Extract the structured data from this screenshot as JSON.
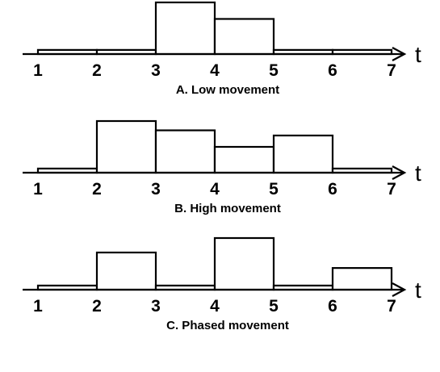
{
  "chart_data": [
    {
      "type": "bar",
      "title": "A. Low movement",
      "xlabel": "t",
      "ylabel": "",
      "x": [
        "1",
        "2",
        "3",
        "4",
        "5",
        "6",
        "7"
      ],
      "categories": [
        "1-2",
        "2-3",
        "3-4",
        "4-5",
        "5-6",
        "6-7"
      ],
      "values": [
        0.08,
        0.08,
        1.0,
        0.68,
        0.08,
        0.08
      ],
      "ylim": [
        0,
        1
      ],
      "grid": false
    },
    {
      "type": "bar",
      "title": "B. High movement",
      "xlabel": "t",
      "ylabel": "",
      "x": [
        "1",
        "2",
        "3",
        "4",
        "5",
        "6",
        "7"
      ],
      "categories": [
        "1-2",
        "2-3",
        "3-4",
        "4-5",
        "5-6",
        "6-7"
      ],
      "values": [
        0.08,
        1.0,
        0.82,
        0.5,
        0.72,
        0.08
      ],
      "ylim": [
        0,
        1
      ],
      "grid": false
    },
    {
      "type": "bar",
      "title": "C. Phased movement",
      "xlabel": "t",
      "ylabel": "",
      "x": [
        "1",
        "2",
        "3",
        "4",
        "5",
        "6",
        "7"
      ],
      "categories": [
        "1-2",
        "2-3",
        "3-4",
        "4-5",
        "5-6",
        "6-7"
      ],
      "values": [
        0.08,
        0.72,
        0.08,
        1.0,
        0.08,
        0.42
      ],
      "ylim": [
        0,
        1
      ],
      "grid": false
    }
  ]
}
